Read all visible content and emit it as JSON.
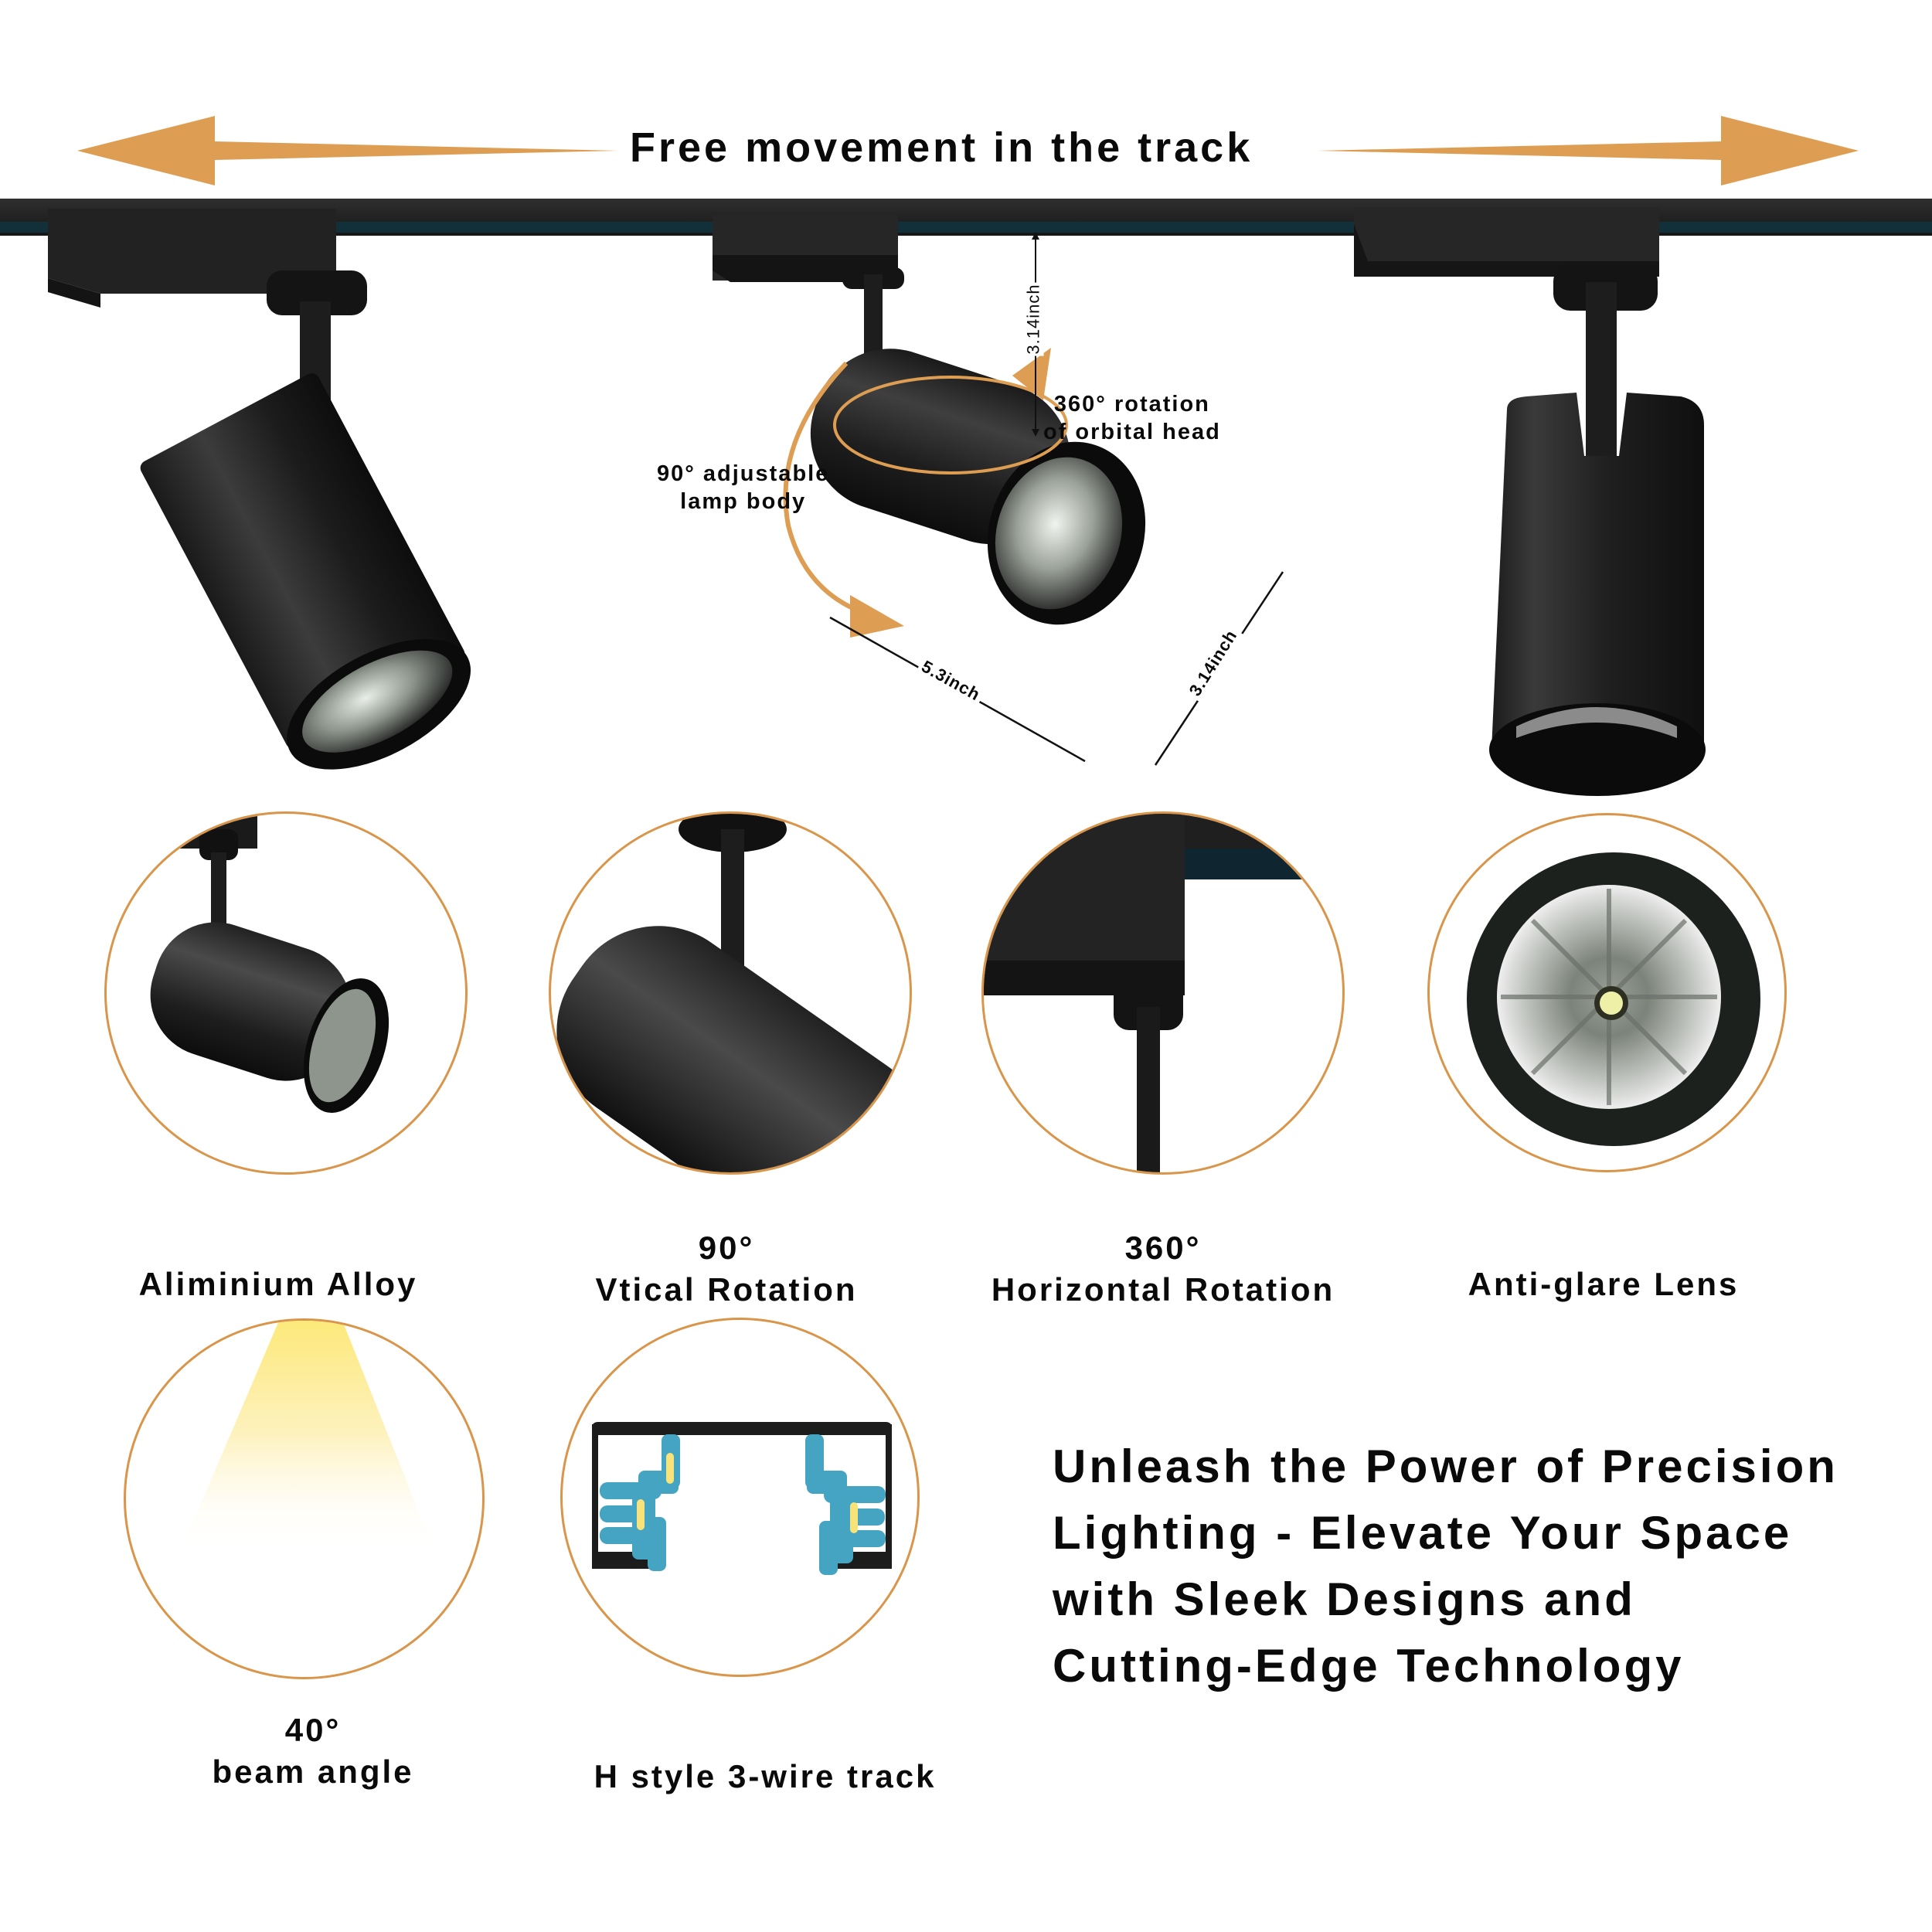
{
  "header": {
    "title": "Free movement in the track",
    "arrow_color": "#dd9d52"
  },
  "hero": {
    "fixtures": [
      {
        "name": "left-fixture",
        "orientation": "tilted"
      },
      {
        "name": "center-fixture",
        "orientation": "angled-with-dimensions"
      },
      {
        "name": "right-fixture",
        "orientation": "vertical"
      }
    ],
    "annotations": {
      "rotation": {
        "line1": "360°  rotation",
        "line2": "of orbital head"
      },
      "adjustable": {
        "line1": "90°  adjustable",
        "line2": "lamp body"
      },
      "stem_height": "3.14inch",
      "body_length": "5.3inch",
      "body_diameter": "3.14inch"
    }
  },
  "features": [
    {
      "title": "",
      "label": "Aliminium Alloy",
      "icon": "lamp-body-closeup"
    },
    {
      "title": "90°",
      "label": "Vtical Rotation",
      "icon": "stem-joint-closeup"
    },
    {
      "title": "360°",
      "label": "Horizontal Rotation",
      "icon": "track-adapter-closeup"
    },
    {
      "title": "",
      "label": "Anti-glare Lens",
      "icon": "reflector-lens-closeup"
    },
    {
      "title": "40°",
      "label": "beam angle",
      "icon": "light-beam-cone"
    },
    {
      "title": "",
      "label": "H style 3-wire track",
      "icon": "track-cross-section"
    }
  ],
  "tagline": {
    "lines": [
      "Unleash the Power of Precision",
      "Lighting - Elevate Your Space",
      "with Sleek Designs and",
      "Cutting-Edge Technology"
    ]
  },
  "colors": {
    "accent_orange": "#dd9d52",
    "circle_border": "#d9954a",
    "fixture_black": "#1b1b1b",
    "track_wire_blue": "#44a4c2",
    "track_contact_yellow": "#f7e37a",
    "beam_yellow": "#fde97a"
  }
}
